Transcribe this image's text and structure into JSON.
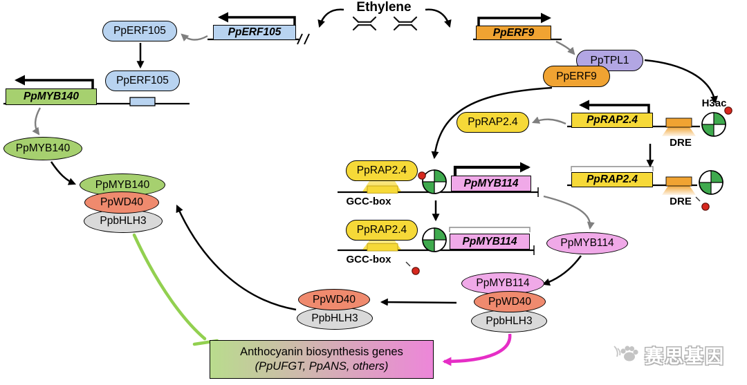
{
  "ethylene_label": "Ethylene",
  "genes": {
    "erf105": "PpERF105",
    "myb140": "PpMYB140",
    "erf9": "PpERF9",
    "rap24_active": "PpRAP2.4",
    "rap24_repressed": "PpRAP2.4",
    "myb114_active": "PpMYB114",
    "myb114_repressed": "PpMYB114"
  },
  "proteins": {
    "erf105_a": "PpERF105",
    "erf105_b": "PpERF105",
    "myb140": "PpMYB140",
    "tpl1": "PpTPL1",
    "erf9": "PpERF9",
    "rap24_free": "PpRAP2.4",
    "rap24_gcc1": "PpRAP2.4",
    "rap24_gcc2": "PpRAP2.4",
    "myb114": "PpMYB114"
  },
  "complexes": {
    "left": {
      "myb140": "PpMYB140",
      "wd40": "PpWD40",
      "bhlh3": "PpbHLH3"
    },
    "mid": {
      "wd40": "PpWD40",
      "bhlh3": "PpbHLH3"
    },
    "right": {
      "myb114": "PpMYB114",
      "wd40": "PpWD40",
      "bhlh3": "PpbHLH3"
    }
  },
  "annotations": {
    "h3ac": "H3ac",
    "dre_1": "DRE",
    "dre_2": "DRE",
    "gcc_1": "GCC-box",
    "gcc_2": "GCC-box"
  },
  "output_box": {
    "line1": "Anthocyanin biosynthesis genes",
    "line2": "(PpUFGT, PpANS, others)"
  },
  "watermark": "赛思基因",
  "colors": {
    "erf105_blue": "#b8d3f0",
    "myb140_green": "#a6d06f",
    "erf9_orange": "#f0a332",
    "rap24_yellow": "#f6d938",
    "tpl1_purple": "#b2a6e3",
    "myb114_pink": "#f0a9e8",
    "wd40_salmon": "#ef8a6e",
    "bhlh3_gray": "#d9d9d9",
    "nucleosome_green": "#3faa4e",
    "red_mark": "#d7281e",
    "inhibition_green": "#92d050",
    "activation_magenta": "#e62ec6"
  }
}
